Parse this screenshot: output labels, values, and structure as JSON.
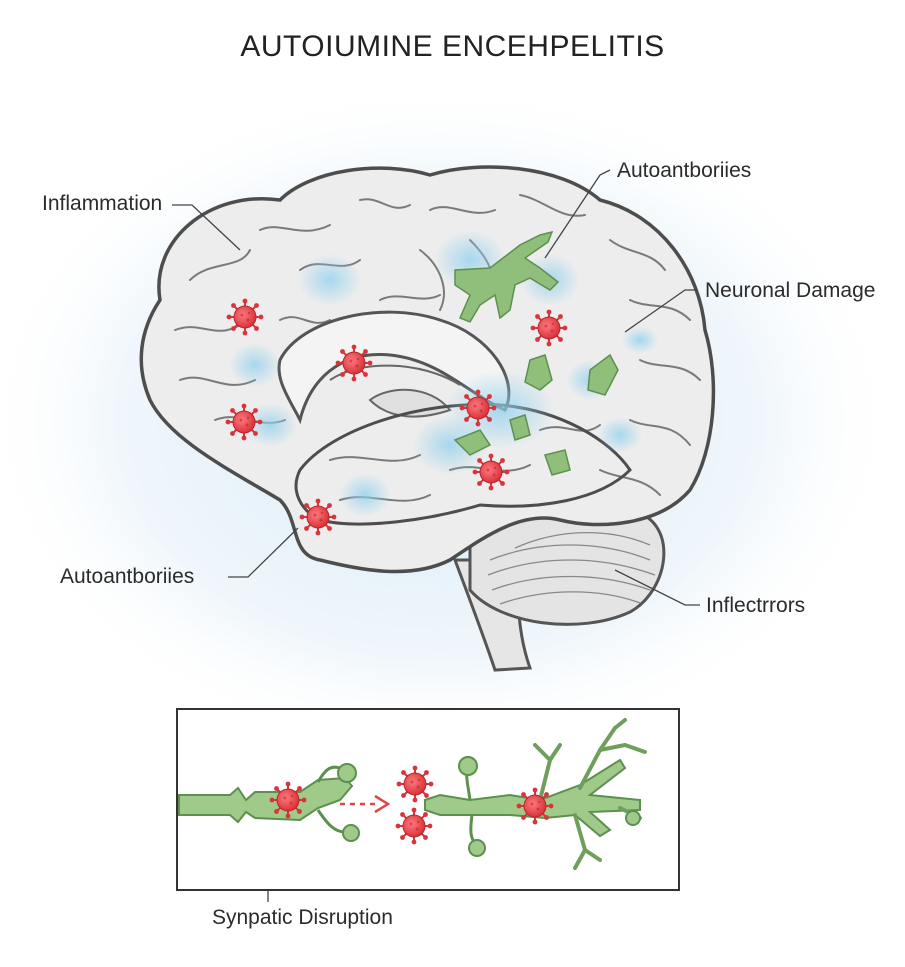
{
  "title": "AUTOIUMINE ENCEHPELITIS",
  "labels": {
    "inflammation": "Inflammation",
    "autoantibodies_top": "Autoantboriies",
    "neuronal_damage": "Neuronal Damage",
    "autoantibodies_bottom": "Autoantboriies",
    "infiltrators": "Inflectrrors",
    "synaptic_disruption": "Synpatic Disruption"
  },
  "colors": {
    "virus": "#e0454b",
    "virus_dark": "#b8262d",
    "inflammation_glow": "#9fd6ee",
    "neuron_green": "#8fbf7a",
    "neuron_green_dark": "#5d8f4e",
    "brain_fill": "#eeeeee",
    "brain_outline": "#555555",
    "background_glow": "#dcecf7"
  },
  "icons": [
    "virus-icon",
    "neuron-icon",
    "brain-icon"
  ]
}
